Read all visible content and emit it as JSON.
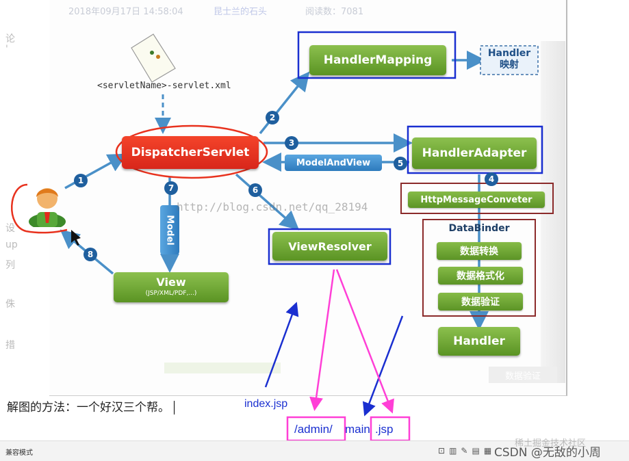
{
  "header": {
    "date": "2018年09月17日 14:58:04",
    "author": "昆士兰的石头",
    "views": "阅读数：7081"
  },
  "left_ghost": [
    "论",
    "'",
    "设",
    "up",
    "列",
    "侏",
    "措"
  ],
  "diagram": {
    "xml_label": "<servletName>-servlet.xml",
    "dispatcher": "DispatcherServlet",
    "handler_mapping": "HandlerMapping",
    "handler_map_note_l1": "Handler",
    "handler_map_note_l2": "映射",
    "handler_adapter": "HandlerAdapter",
    "model_and_view": "ModelAndView",
    "http_converter": "HttpMessageConveter",
    "data_binder": "DataBinder",
    "binder_items": [
      "数据转换",
      "数据格式化",
      "数据验证"
    ],
    "handler": "Handler",
    "view_resolver": "ViewResolver",
    "view": "View",
    "view_sub": "(JSP/XML/PDF,...)",
    "model": "Model",
    "watermark": "http://blog.csdn.net/qq_28194",
    "bg_faded": "数据验证",
    "steps": [
      "1",
      "2",
      "3",
      "4",
      "5",
      "6",
      "7",
      "8"
    ]
  },
  "annotations": {
    "index": "index.jsp",
    "admin": "/admin/",
    "main": "main",
    "jsp": ".jsp"
  },
  "note": "解图的方法：一个好汉三个帮。",
  "statusbar": {
    "mode": "兼容模式",
    "watermark": "CSDN @无敌的小周",
    "watermark_faint": "稀土掘金技术社区"
  },
  "colors": {
    "green": "#6aa836",
    "red": "#e8321e",
    "blue_box": "#1a2fd0",
    "pink": "#ff3fd6",
    "dark_red_box": "#8b2a2a"
  }
}
